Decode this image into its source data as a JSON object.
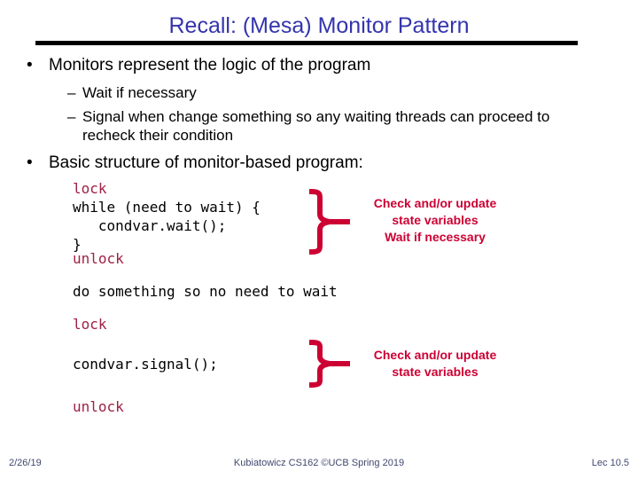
{
  "slide": {
    "title": "Recall: (Mesa) Monitor Pattern",
    "title_color": "#3434ad",
    "rule_color": "#000000",
    "background": "#ffffff"
  },
  "content": {
    "bullets": [
      {
        "marker": "•",
        "text": "Monitors represent the logic of the program",
        "sub": [
          {
            "marker": "–",
            "text": "Wait if necessary"
          },
          {
            "marker": "–",
            "text": "Signal when change something so any waiting threads can proceed to recheck their condition"
          }
        ]
      },
      {
        "marker": "•",
        "text": "Basic structure of monitor-based program:",
        "sub": []
      }
    ]
  },
  "code": {
    "keyword_color": "#9e2045",
    "body_color": "#000000",
    "lines": [
      {
        "text": "lock",
        "style": "keyword"
      },
      {
        "text": "while (need to wait) {",
        "style": "body"
      },
      {
        "text": "   condvar.wait();",
        "style": "body"
      },
      {
        "text": "}",
        "style": "body"
      },
      {
        "text": "unlock",
        "style": "keyword"
      },
      {
        "text": "do something so no need to wait",
        "style": "body"
      },
      {
        "text": "lock",
        "style": "keyword"
      },
      {
        "text": "condvar.signal();",
        "style": "body"
      },
      {
        "text": "unlock",
        "style": "keyword"
      }
    ]
  },
  "annotations": {
    "color": "#cc0033",
    "first": {
      "line1": "Check and/or update",
      "line2": "state variables",
      "line3": "Wait if necessary"
    },
    "second": {
      "line1": "Check and/or update",
      "line2": "state variables"
    }
  },
  "footer": {
    "date": "2/26/19",
    "center": "Kubiatowicz CS162 ©UCB Spring 2019",
    "lecture": "Lec 10.5",
    "color": "#41486e"
  }
}
